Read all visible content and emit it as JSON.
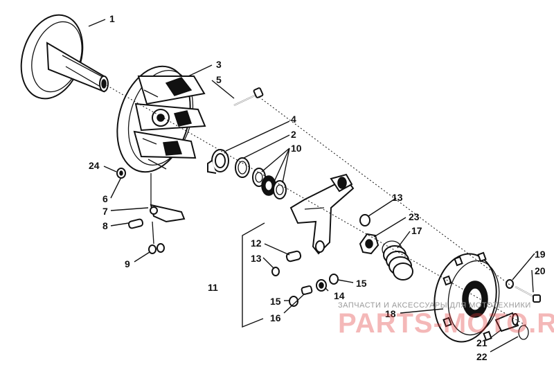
{
  "callouts": {
    "c1": "1",
    "c2": "2",
    "c3": "3",
    "c4": "4",
    "c5": "5",
    "c6": "6",
    "c7": "7",
    "c8": "8",
    "c9": "9",
    "c10": "10",
    "c11": "11",
    "c12": "12",
    "c13a": "13",
    "c13b": "13",
    "c14": "14",
    "c15a": "15",
    "c15b": "15",
    "c16": "16",
    "c17": "17",
    "c18": "18",
    "c19": "19",
    "c20": "20",
    "c21": "21",
    "c22": "22",
    "c23": "23",
    "c24": "24"
  },
  "watermark": {
    "caption": "ЗАПЧАСТИ И АКСЕССУАРЫ ДЛЯ МОТОТЕХНИКИ",
    "logo": "PARTS-MOTO.RU"
  }
}
